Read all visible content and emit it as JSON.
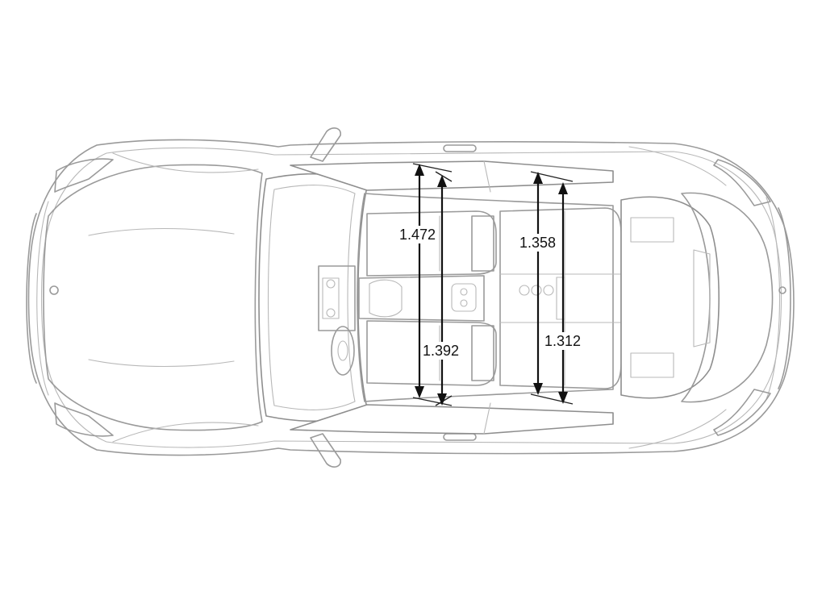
{
  "dimensions": {
    "front_shoulder_room": "1.472",
    "front_hip_room": "1.392",
    "rear_shoulder_room": "1.358",
    "rear_hip_room": "1.312"
  }
}
